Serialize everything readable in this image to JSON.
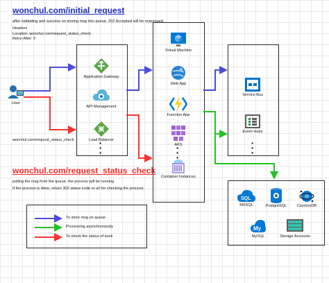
{
  "header": {
    "title": "wonchul.com/initial_request",
    "desc": "after validating and success on storing msg into queue, 202 Accepted will be responsed.",
    "headers_line1": "Headers",
    "headers_line2": "Location: wonchul.com/request_status_check",
    "headers_line3": "Retry-After: 5"
  },
  "status": {
    "title": "wonchul.com/request_status_check",
    "line1": "polling the msg from the queue. the process will be running",
    "line2": "If the process is done, return 302 status code or url for checking the process."
  },
  "user": {
    "label": "User"
  },
  "edge_label": "wonchul.com/request_status_check",
  "gateway_group": [
    {
      "label": "Application Gateway",
      "icon": "application-gateway-icon"
    },
    {
      "label": "API Management",
      "icon": "api-management-icon"
    },
    {
      "label": "Load Balancer",
      "icon": "load-balancer-icon"
    }
  ],
  "compute_group": [
    {
      "label": "Virtual Machine",
      "icon": "virtual-machine-icon"
    },
    {
      "label": "Web App",
      "icon": "web-app-icon"
    },
    {
      "label": "Function App",
      "icon": "function-app-icon"
    },
    {
      "label": "AKS",
      "icon": "aks-icon"
    },
    {
      "label": "Container Instances",
      "icon": "container-instances-icon"
    }
  ],
  "queue_group": [
    {
      "label": "Service Bus",
      "icon": "service-bus-icon"
    },
    {
      "label": "Event Hubs",
      "icon": "event-hubs-icon"
    }
  ],
  "storage_group": [
    {
      "label": "MSSQL",
      "icon": "mssql-icon"
    },
    {
      "label": "PostgreSQL",
      "icon": "postgresql-icon"
    },
    {
      "label": "CosmosDB",
      "icon": "cosmosdb-icon"
    },
    {
      "label": "MySQL",
      "icon": "mysql-icon"
    },
    {
      "label": "Storage Accounts",
      "icon": "storage-accounts-icon"
    }
  ],
  "legend": [
    {
      "label": "To store msg on queue",
      "color": "#4b4bdf"
    },
    {
      "label": "Processing asynchronously",
      "color": "#22c322"
    },
    {
      "label": "To check the status of work",
      "color": "#ff3030"
    }
  ],
  "colors": {
    "blue": "#4b4bdf",
    "green": "#22c322",
    "red": "#ff3030"
  }
}
